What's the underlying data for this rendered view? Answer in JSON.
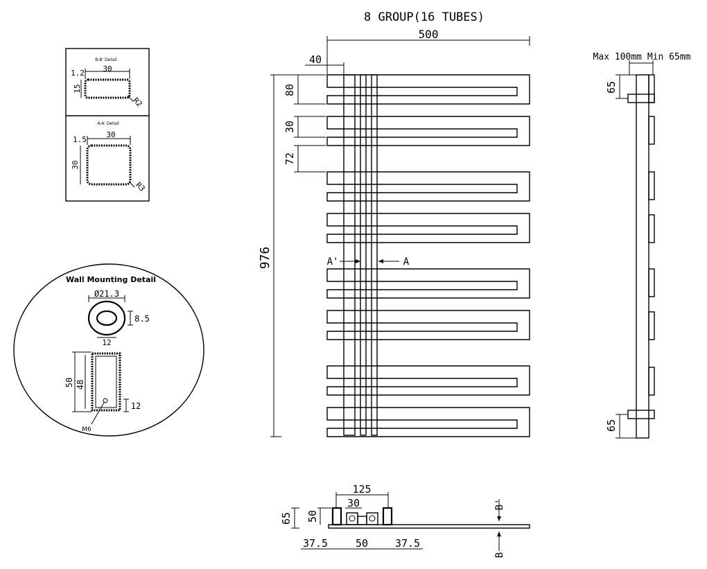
{
  "title": "8 GROUP(16 TUBES)",
  "front": {
    "width": "500",
    "offset": "40",
    "height": "976",
    "gap_80": "80",
    "gap_30": "30",
    "gap_72": "72",
    "section_a_left": "A'",
    "section_a_right": "A"
  },
  "side": {
    "label": "Max 100mm Min 65mm",
    "top": "65",
    "bottom": "65"
  },
  "bb_detail": {
    "title": "B-B' Detail",
    "width": "30",
    "wall": "1.2",
    "height": "15",
    "radius": "R2"
  },
  "aa_detail": {
    "title": "A-A' Detail",
    "width": "30",
    "wall": "1.5",
    "height": "30",
    "radius": "R3"
  },
  "wall_mount": {
    "title": "Wall Mounting Detail",
    "diameter": "Ø21.3",
    "slot_h": "8.5",
    "slot_w": "12",
    "outer_h": "50",
    "inner_h": "48",
    "hole": "12",
    "screw": "M6"
  },
  "bottom_view": {
    "width_125": "125",
    "width_30": "30",
    "height_65": "65",
    "height_50": "50",
    "seg_left": "37.5",
    "seg_mid": "50",
    "seg_right": "37.5",
    "section_b_top": "B'",
    "section_b_bottom": "B"
  }
}
